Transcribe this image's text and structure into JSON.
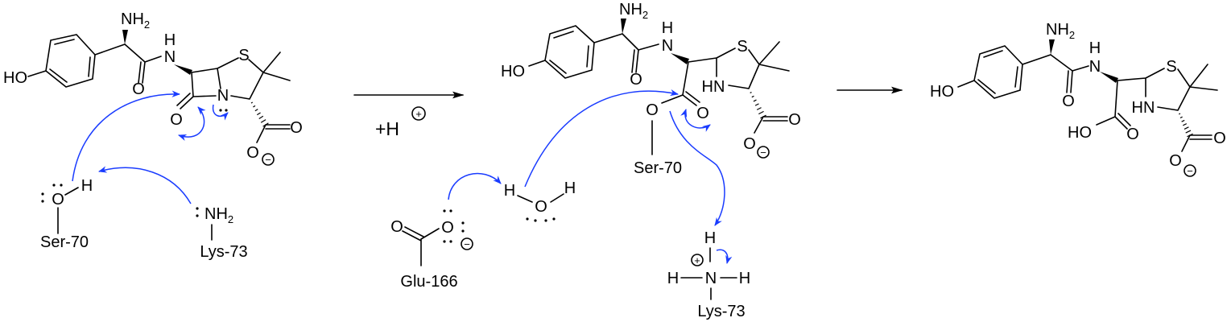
{
  "labels": {
    "hydroxyl": "HO",
    "amine": "NH",
    "sub2": "2",
    "hydrogen": "H",
    "nitrogen": "N",
    "oxygen": "O",
    "sulfur": "S",
    "ring_nh": "HN",
    "minus": "−",
    "plus": "+"
  },
  "residues": {
    "ser": "Ser-70",
    "lys": "Lys-73",
    "glu": "Glu-166"
  },
  "reagent": {
    "text": "+H",
    "charge": "+"
  },
  "colors": {
    "bonds": "#000000",
    "electron_arrows": "#1a3cff"
  }
}
